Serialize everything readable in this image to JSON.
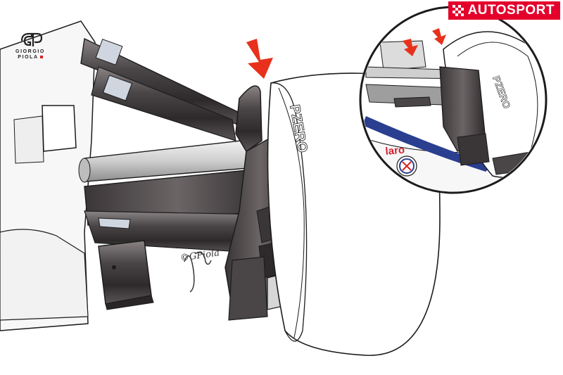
{
  "brand": {
    "name": "AUTOSPORT",
    "accent": "#e4002b"
  },
  "artist_logo": {
    "line1": "GIORGIO",
    "line2": "PIOLA",
    "mark": "GP"
  },
  "signature": "©GPiola",
  "inset": {
    "sponsor_text": "laro",
    "sidewall_text": "PZERO"
  },
  "tyre": {
    "sidewall_text": "PZERO"
  },
  "colors": {
    "carbon": "#4a4546",
    "carbon_light": "#6b6566",
    "arrow": "#e8311c",
    "outline": "#1c1c1c",
    "stripe_blue": "#2a3f8f"
  }
}
